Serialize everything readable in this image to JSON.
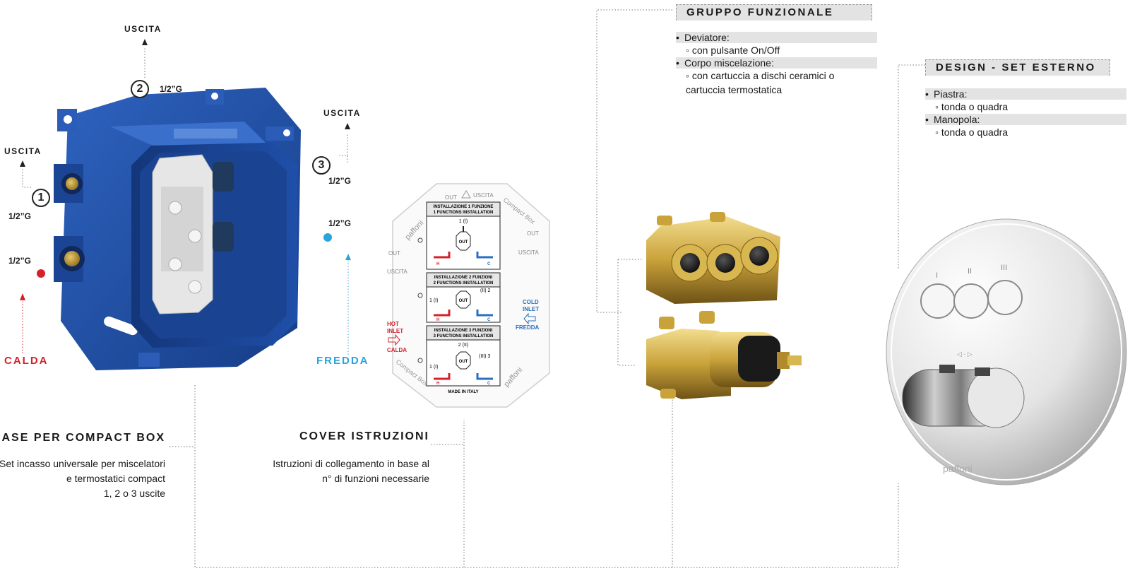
{
  "left_box": {
    "outlet_label": "USCITA",
    "port1": {
      "num": "1",
      "size": "1/2”G"
    },
    "port2": {
      "num": "2",
      "size": "1/2”G"
    },
    "port3": {
      "num": "3",
      "size": "1/2”G"
    },
    "hot_size": "1/2”G",
    "cold_size": "1/2”G",
    "hot_label": "CALDA",
    "cold_label": "FREDDA"
  },
  "base_section": {
    "title": "BASE PER COMPACT BOX",
    "desc_lines": [
      "Set incasso universale per miscelatori",
      "e termostatici compact",
      "1, 2 o 3 uscite"
    ]
  },
  "cover_section": {
    "title": "COVER ISTRUZIONI",
    "desc_lines": [
      "Istruzioni di collegamento in base al",
      "n° di funzioni necessarie"
    ]
  },
  "cover_card": {
    "out_label": "OUT",
    "uscita_label": "USCITA",
    "brand": "paffoni",
    "compact_box": "Compact Box",
    "hot_inlet": [
      "HOT",
      "INLET"
    ],
    "calda": "CALDA",
    "cold_inlet": [
      "COLD",
      "INLET"
    ],
    "fredda": "FREDDA",
    "made_in": "MADE IN ITALY",
    "panels": [
      {
        "title1": "INSTALLAZIONE 1 FUNZIONE",
        "title2": "1 FUNCTIONS INSTALLATION",
        "top": "1 (I)",
        "center": "OUT"
      },
      {
        "title1": "INSTALLAZIONE 2 FUNZIONI",
        "title2": "2 FUNCTIONS INSTALLATION",
        "left": "1 (I)",
        "right": "(II) 2",
        "center": "OUT"
      },
      {
        "title1": "INSTALLAZIONE 3 FUNZIONI",
        "title2": "3 FUNCTIONS INSTALLATION",
        "top": "2 (II)",
        "left": "1 (I)",
        "right": "(III) 3",
        "center": "OUT"
      }
    ],
    "h": "H",
    "c": "C"
  },
  "gruppo": {
    "title": "GRUPPO FUNZIONALE",
    "items": [
      {
        "label": "Deviatore:",
        "subs": [
          "con pulsante On/Off"
        ]
      },
      {
        "label": "Corpo miscelazione:",
        "subs": [
          "con cartuccia a dischi ceramici o",
          "cartuccia termostatica"
        ]
      }
    ]
  },
  "design": {
    "title": "DESIGN - SET ESTERNO",
    "items": [
      {
        "label": "Piastra:",
        "subs": [
          "tonda o quadra"
        ]
      },
      {
        "label": "Manopola:",
        "subs": [
          "tonda o quadra"
        ]
      }
    ]
  },
  "plate": {
    "button_labels": [
      "I",
      "II",
      "III"
    ],
    "brand": "paffoni"
  },
  "colors": {
    "hot": "#d6202a",
    "cold": "#2aa3de",
    "box_blue": "#1f4fa8",
    "brass": "#c9a23a"
  }
}
